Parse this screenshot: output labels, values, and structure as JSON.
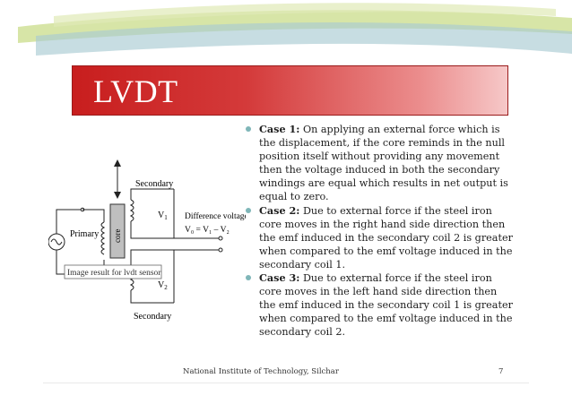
{
  "slide": {
    "title": "LVDT",
    "bullets": [
      {
        "case": "Case 1:",
        "text": " On applying an external force which is the displacement, if the core reminds in the null position itself without providing any movement then the voltage induced in both the secondary windings are equal which results in net output is equal to zero."
      },
      {
        "case": "Case 2:",
        "text": " Due to external force if the steel iron core moves in the right hand side  direction then the emf induced in the secondary coil 2 is greater when compared to the emf voltage induced in the secondary coil 1."
      },
      {
        "case": "Case 3:",
        "text": " Due to external force if the steel iron core moves in the left hand side  direction then the emf induced in the secondary coil 1 is greater when compared to the emf voltage  induced in the secondary coil 2."
      }
    ],
    "footer": "National Institute of Technology, Silchar",
    "page_number": "7"
  },
  "diagram": {
    "secondary_top": "Secondary",
    "secondary_bottom": "Secondary",
    "primary": "Primary",
    "core": "core",
    "v1": "V",
    "v1_sub": "1",
    "v2": "V",
    "v2_sub": "2",
    "difference_voltage": "Difference voltage",
    "equation": "V₀ = V₁ – V₂",
    "image_caption": "Image result for lvdt sensor"
  },
  "colors": {
    "title_bar": "#c81e1e",
    "bullet_dot": "#7fb6b8",
    "swoosh_green": "#c9dc8a",
    "swoosh_blue": "#a9cbd2"
  }
}
